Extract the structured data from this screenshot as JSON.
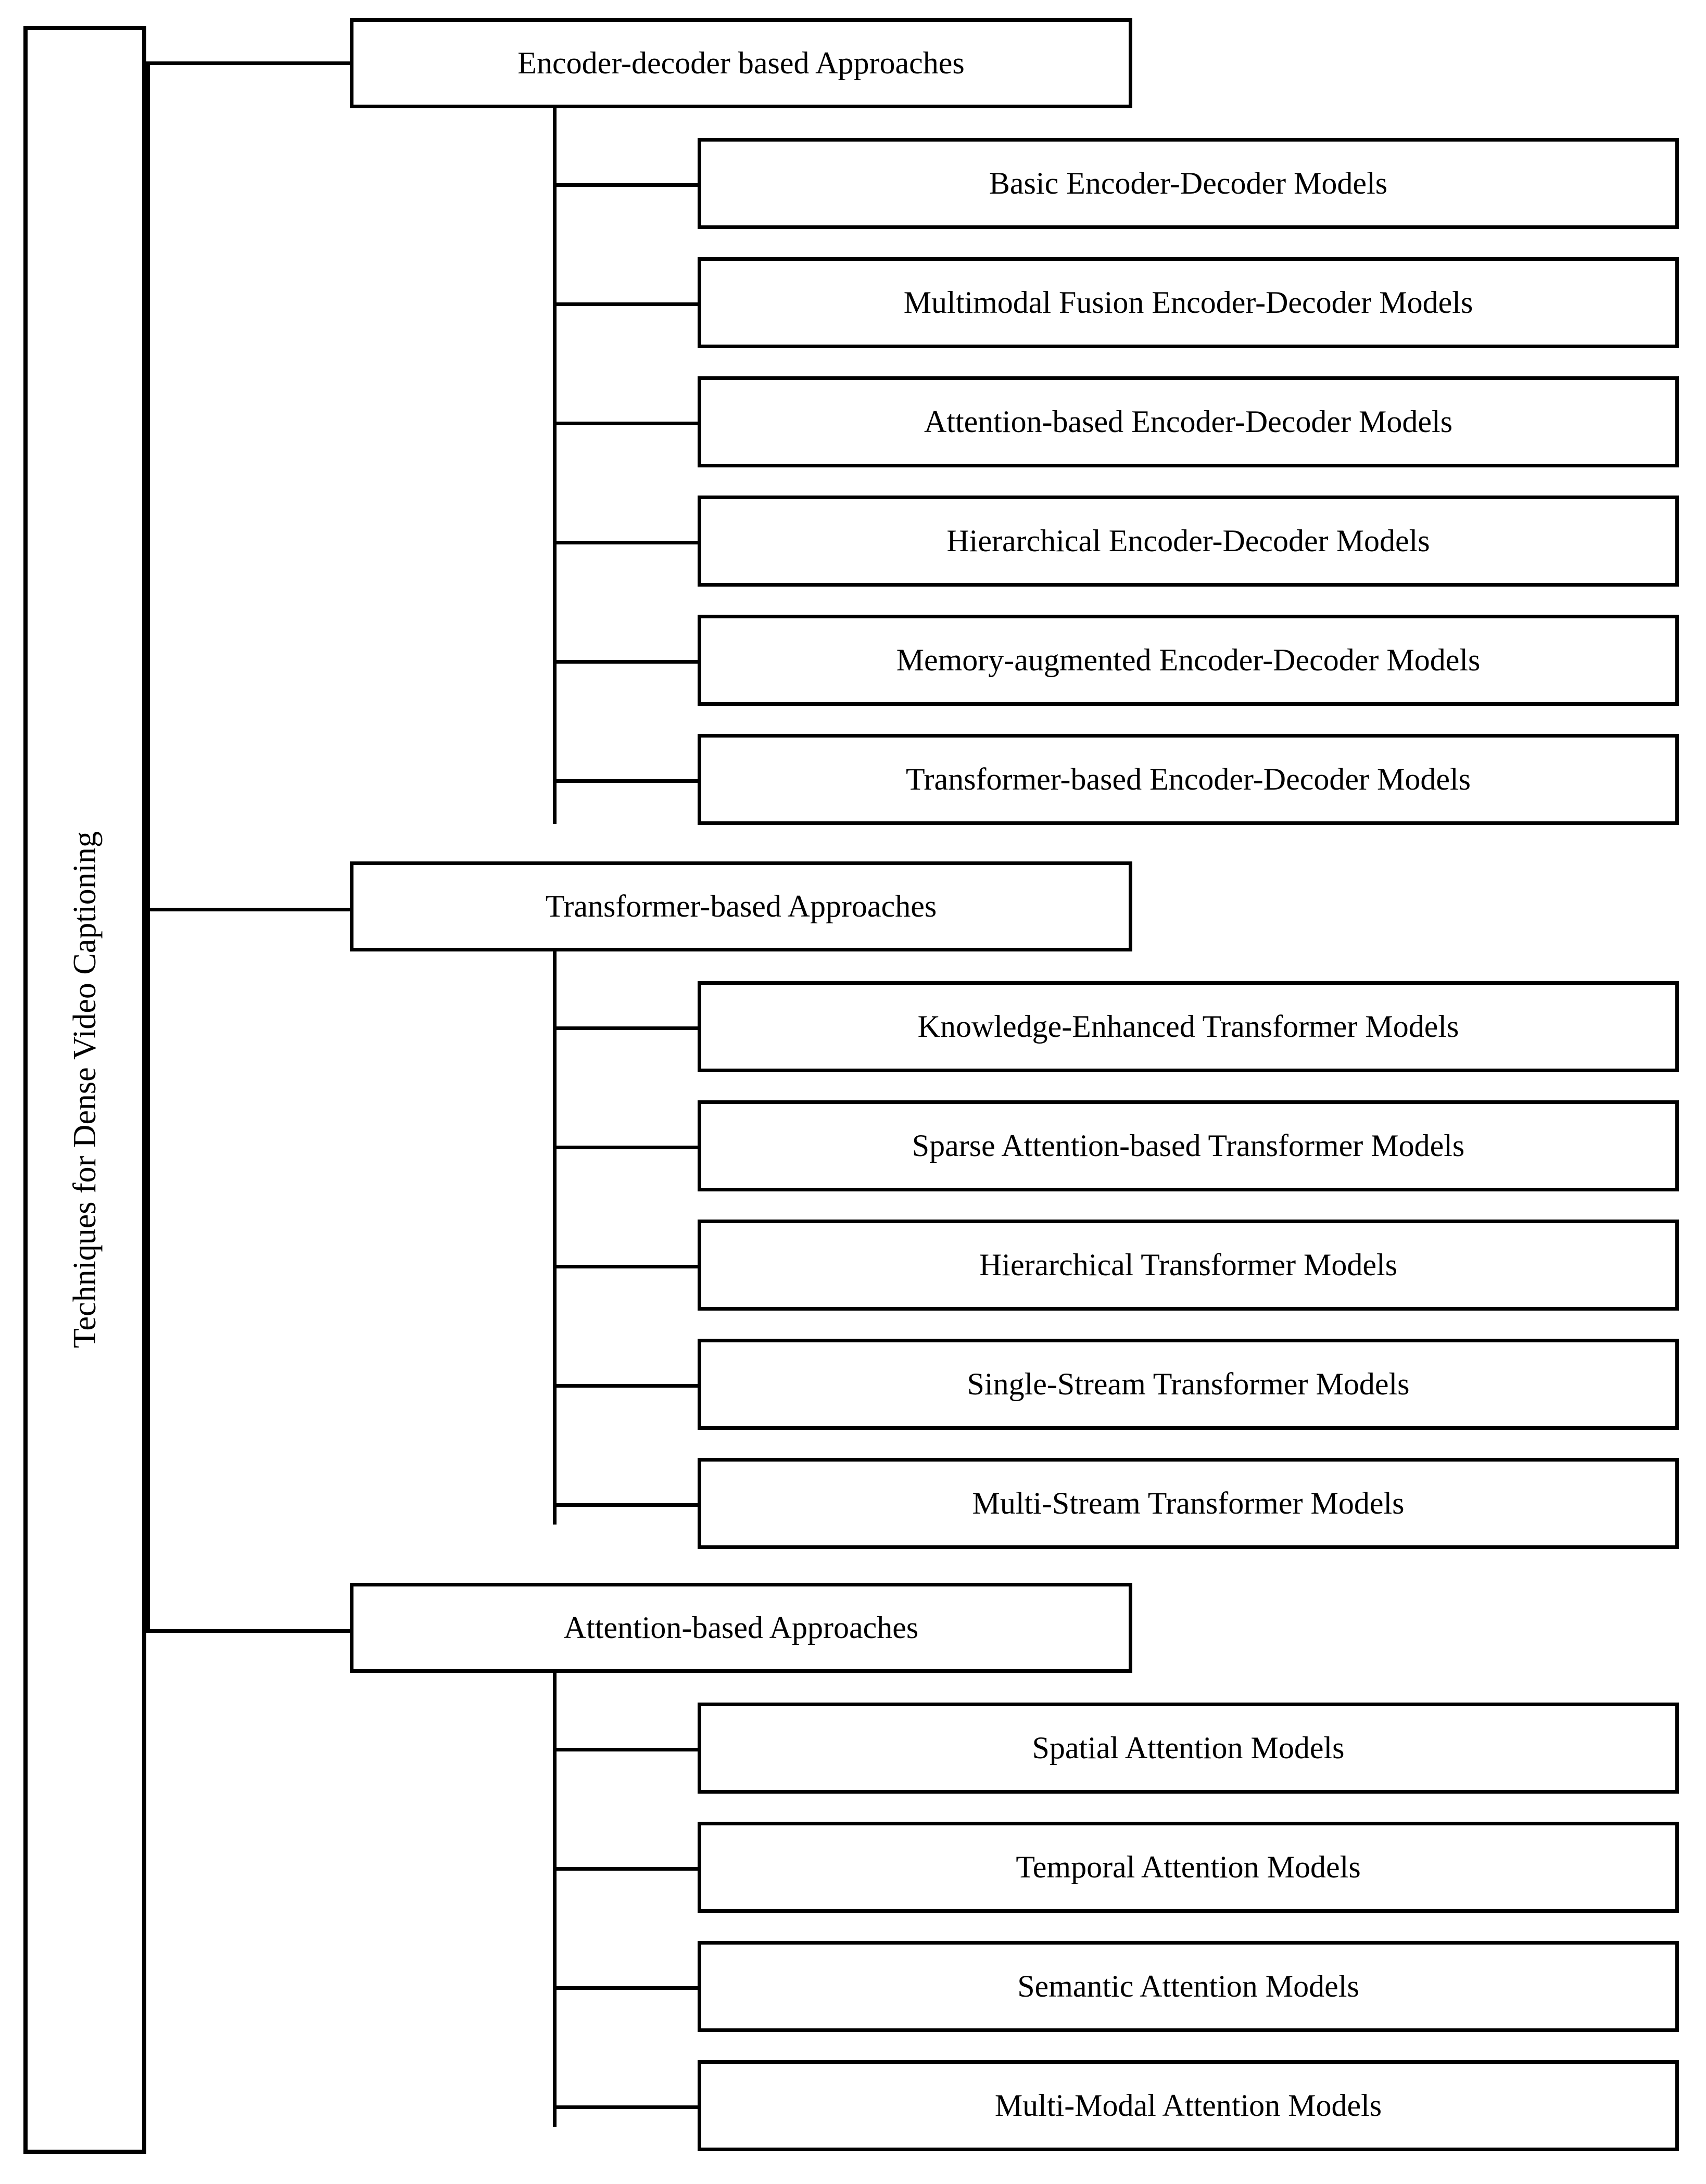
{
  "diagram": {
    "type": "hierarchy-tree",
    "orientation": "left-to-right",
    "root": {
      "label": "Techniques for Dense Video Captioning",
      "rotation": "-90deg"
    },
    "categories": [
      {
        "label": "Encoder-decoder based Approaches",
        "children": [
          "Basic Encoder-Decoder Models",
          "Multimodal Fusion Encoder-Decoder Models",
          "Attention-based Encoder-Decoder Models",
          "Hierarchical Encoder-Decoder Models",
          "Memory-augmented Encoder-Decoder Models",
          "Transformer-based Encoder-Decoder Models"
        ]
      },
      {
        "label": "Transformer-based Approaches",
        "children": [
          "Knowledge-Enhanced Transformer Models",
          "Sparse Attention-based Transformer Models",
          "Hierarchical Transformer Models",
          "Single-Stream Transformer Models",
          "Multi-Stream Transformer Models"
        ]
      },
      {
        "label": "Attention-based Approaches",
        "children": [
          "Spatial Attention Models",
          "Temporal Attention Models",
          "Semantic Attention Models",
          "Multi-Modal Attention Models"
        ]
      }
    ],
    "colors": {
      "line": "#000000",
      "box_fill": "#ffffff",
      "text": "#000000",
      "background": "#ffffff"
    }
  }
}
